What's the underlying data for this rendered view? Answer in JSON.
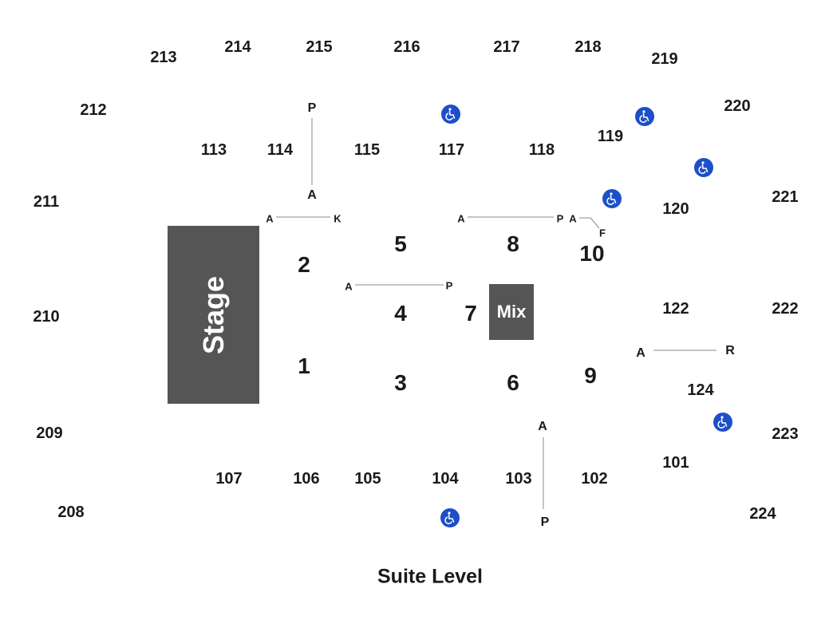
{
  "title": "Suite Level",
  "stage_label": "Stage",
  "mix_label": "Mix",
  "colors": {
    "block": "#555555",
    "accessible": "#1c4fc9",
    "text": "#1a1a1a"
  },
  "suite_sections": [
    "213",
    "214",
    "215",
    "216",
    "217",
    "218",
    "219",
    "212",
    "220",
    "211",
    "221",
    "210",
    "222",
    "209",
    "223",
    "208",
    "224"
  ],
  "lower_sections": [
    "113",
    "114",
    "115",
    "117",
    "118",
    "119",
    "120",
    "122",
    "124",
    "101",
    "102",
    "103",
    "104",
    "105",
    "106",
    "107"
  ],
  "floor_sections": [
    "1",
    "2",
    "3",
    "4",
    "5",
    "6",
    "7",
    "8",
    "9",
    "10"
  ],
  "row_markers": {
    "rows_114_top": "P",
    "rows_114_bottom": "A",
    "rows_2_left": "A",
    "rows_2_right": "K",
    "rows_4_left": "A",
    "rows_4_right": "P",
    "rows_8_left": "A",
    "rows_8_right": "P",
    "rows_10_left": "A",
    "rows_10_right": "F",
    "rows_122_left": "A",
    "rows_122_right": "R",
    "rows_103_top": "A",
    "rows_103_bottom": "P"
  },
  "accessible_icon": "wheelchair-icon"
}
